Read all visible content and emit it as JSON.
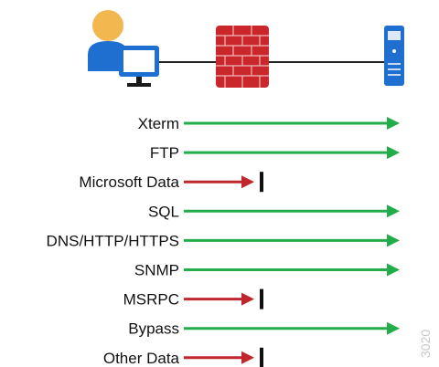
{
  "figure": {
    "id_text": "3020"
  },
  "topology": {
    "nodes": [
      {
        "name": "user-workstation",
        "icon": "user-with-monitor-icon"
      },
      {
        "name": "firewall",
        "icon": "brick-firewall-icon"
      },
      {
        "name": "server",
        "icon": "server-tower-icon"
      }
    ]
  },
  "colors": {
    "permitted": "#22ac4a",
    "blocked": "#c0272d",
    "block_bar": "#111111",
    "firewall": "#c9272c",
    "firewall_mortar": "#f2b8b8",
    "user_skin": "#f3b74f",
    "user_body": "#1f6fd1",
    "monitor": "#1f6fd1",
    "server": "#1f6fd1",
    "link_line": "#222222"
  },
  "protocols": [
    {
      "label": "Xterm",
      "status": "permitted"
    },
    {
      "label": "FTP",
      "status": "permitted"
    },
    {
      "label": "Microsoft Data",
      "status": "blocked"
    },
    {
      "label": "SQL",
      "status": "permitted"
    },
    {
      "label": "DNS/HTTP/HTTPS",
      "status": "permitted"
    },
    {
      "label": "SNMP",
      "status": "permitted"
    },
    {
      "label": "MSRPC",
      "status": "blocked"
    },
    {
      "label": "Bypass",
      "status": "permitted"
    },
    {
      "label": "Other Data",
      "status": "blocked"
    }
  ]
}
